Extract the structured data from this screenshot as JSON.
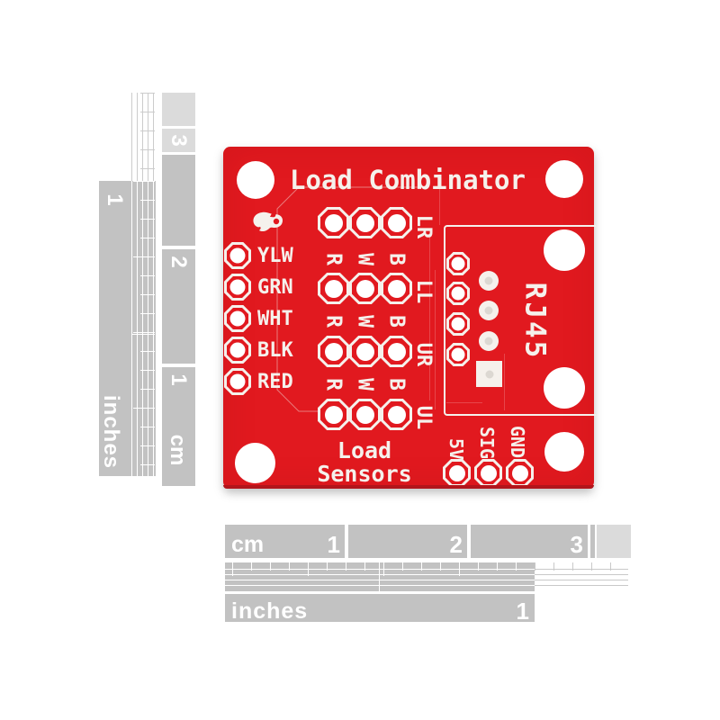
{
  "image_type": "product-photo of a printed circuit board with measurement rulers",
  "colors": {
    "board_red": "#e1191f",
    "board_edge": "#b2151b",
    "silkscreen_white": "#f5f1ec",
    "ruler_gray": "#c2c2c2",
    "ruler_light_gray": "#dbdbdb",
    "background": "#ffffff"
  },
  "board": {
    "title": "Load Combinator",
    "logo": "sparkfun-flame",
    "left_header_labels": [
      "YLW",
      "GRN",
      "WHT",
      "BLK",
      "RED"
    ],
    "sensor_rows": [
      "LR",
      "LL",
      "UR",
      "UL"
    ],
    "pin_letters": [
      "R",
      "W",
      "B"
    ],
    "caption_line1": "Load",
    "caption_line2": "Sensors",
    "rj45_label": "RJ45",
    "output_labels": [
      "5V",
      "SIG",
      "GND"
    ]
  },
  "left_ruler": {
    "unit_cm": "cm",
    "unit_inches": "inches",
    "cm_numbers": [
      "3",
      "2",
      "1"
    ],
    "inch_number": "1"
  },
  "bottom_ruler": {
    "unit_cm": "cm",
    "unit_inches": "inches",
    "cm_numbers": [
      "1",
      "2",
      "3"
    ],
    "inch_number": "1"
  }
}
